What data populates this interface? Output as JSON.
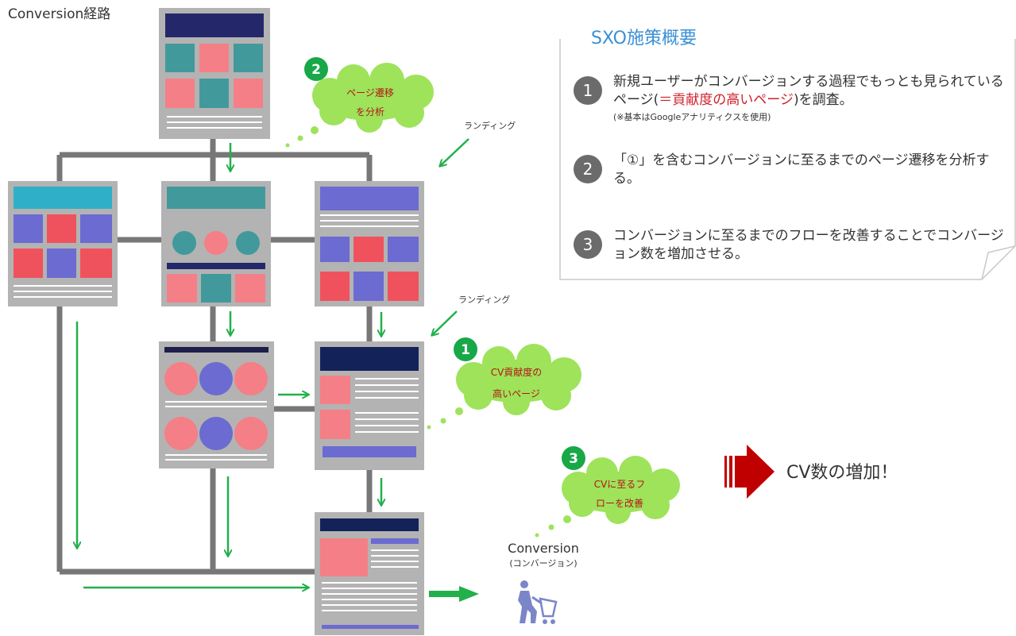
{
  "title": "Conversion経路",
  "labels": {
    "landing_top": "ランディング",
    "landing_mid": "ランディング",
    "conversion": "Conversion",
    "conversion_sub": "(コンバージョン)",
    "result": "CV数の増加！"
  },
  "clouds": [
    {
      "num": "2",
      "line1": "ページ遷移",
      "line2": "を分析"
    },
    {
      "num": "1",
      "line1": "CV貢献度の",
      "line2": "高いページ"
    },
    {
      "num": "3",
      "line1": "CVに至るフ",
      "line2": "ローを改善"
    }
  ],
  "summary": {
    "heading": "SXO施策概要",
    "steps": [
      {
        "num": "1",
        "text_before": "新規ユーザーがコンバージョンする過程でもっとも見られているページ(",
        "highlight": "＝貢献度の高いページ",
        "text_after": ")を調査。",
        "note": "(※基本はGoogleアナリティクスを使用)"
      },
      {
        "num": "2",
        "text": "「①」を含むコンバージョンに至るまでのページ遷移を分析する。"
      },
      {
        "num": "3",
        "text": "コンバージョンに至るまでのフローを改善することでコンバージョン数を増加させる。"
      }
    ]
  },
  "colors": {
    "arrow_green": "#22b04b",
    "cloud_green": "#9ee35a",
    "badge_green": "#18a848",
    "connector_gray": "#777777",
    "page_gray": "#b3b3b3",
    "highlight_red": "#d0202a",
    "result_arrow_red": "#c00000",
    "heading_blue": "#3a8fd6"
  }
}
